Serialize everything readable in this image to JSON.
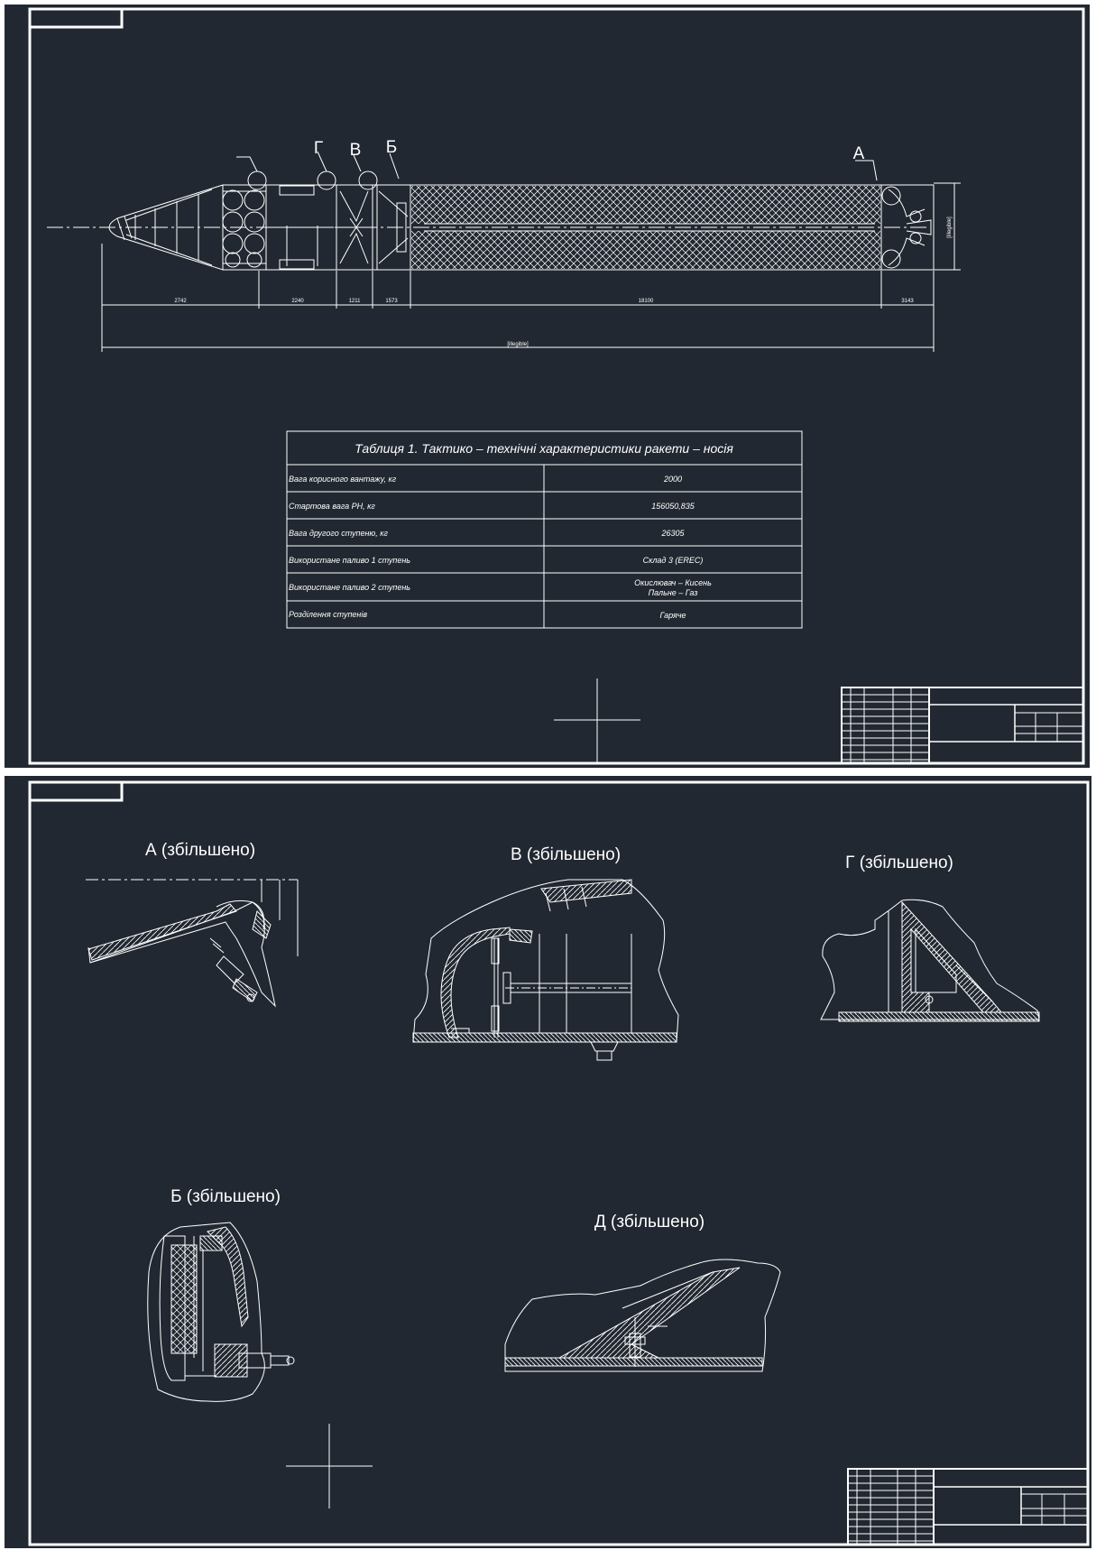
{
  "colors": {
    "sheet_background": "#222831",
    "line": "#ffffff",
    "page_gap": "#ffffff"
  },
  "sheet1": {
    "callouts": {
      "g": "Г",
      "v": "В",
      "b": "Б",
      "a": "А"
    },
    "dimensions": [
      "2742",
      "2240",
      "1211",
      "1573",
      "18100",
      "3143"
    ],
    "overall_dimension": "[illegible]",
    "diameter_dimension": "[illegible]",
    "table": {
      "title": "Таблиця 1.  Тактико – технічні характеристики ракети – носія",
      "rows": [
        {
          "label": "Вага корисного вантажу, кг",
          "value": "2000"
        },
        {
          "label": "Стартова вага РН, кг",
          "value": "156050,835"
        },
        {
          "label": "Вага другого ступеню, кг",
          "value": "26305"
        },
        {
          "label": "Використане паливо 1 ступень",
          "value": "Склад 3 (EREC)"
        },
        {
          "label": "Використане паливо 2 ступень",
          "value": "Окислювач – Кисень",
          "value2": "Пальне – Газ"
        },
        {
          "label": "Розділення ступенів",
          "value": "Гаряче"
        }
      ]
    }
  },
  "sheet2": {
    "details": {
      "a": "А (збільшено)",
      "v": "В (збільшено)",
      "g": "Г (збільшено)",
      "b": "Б (збільшено)",
      "d": "Д (збільшено)"
    }
  }
}
